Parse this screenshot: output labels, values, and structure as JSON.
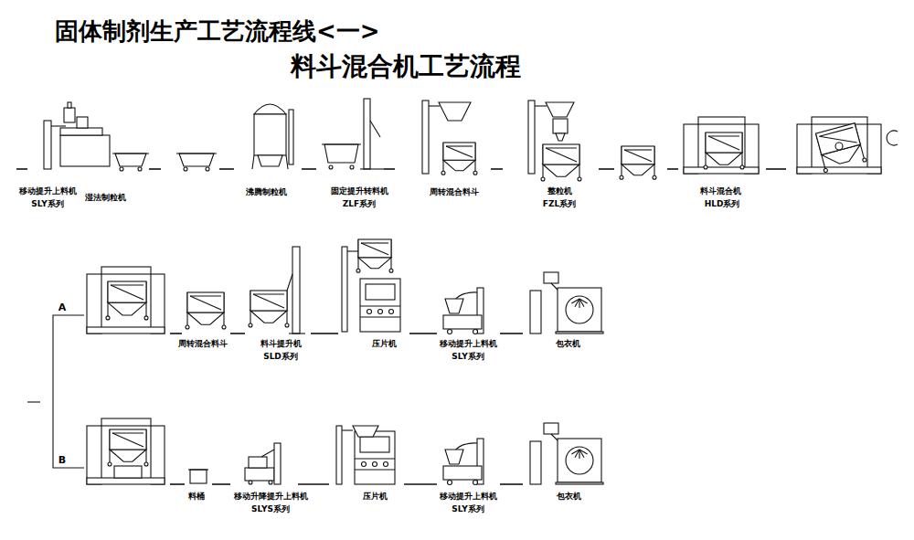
{
  "diagram": {
    "title": "固体制剂生产工艺流程线<一>",
    "labels": [
      "料斗混合机工艺流程",
      "移动提升上料机",
      "SLY系列",
      "湿法制粒机",
      "沸腾制粒机",
      "固定提升转料机",
      "ZLF系列",
      "周转混合料斗",
      "整粒机",
      "FZL系列",
      "料斗混合机",
      "HLD系列",
      "A",
      "B",
      "周转混合料斗",
      "料斗提升机",
      "SLD系列",
      "压片机",
      "移动提升上料机",
      "SLY系列",
      "包衣机",
      "料桶",
      "移动升降提升上料机",
      "SLYS系列",
      "压片机",
      "移动提升上料机",
      "SLY系列",
      "包衣机"
    ]
  }
}
